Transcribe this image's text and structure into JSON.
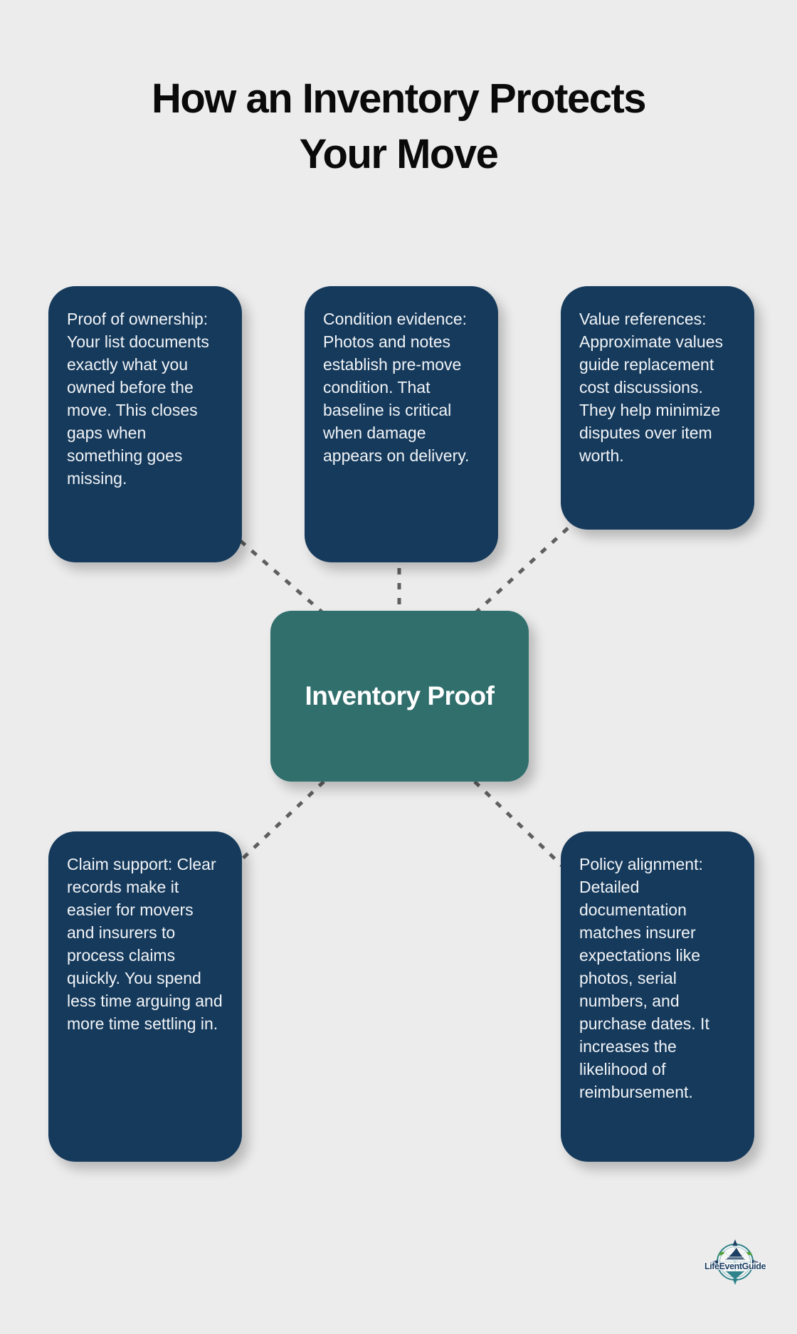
{
  "title": {
    "line1": "How an Inventory Protects",
    "line2": "Your Move"
  },
  "center_node": {
    "label": "Inventory Proof"
  },
  "branch_nodes": [
    {
      "name": "proof-of-ownership",
      "text": "Proof of ownership: Your list documents exactly what you owned before the move. This closes gaps when something goes missing."
    },
    {
      "name": "condition-evidence",
      "text": "Condition evidence: Photos and notes establish pre-move condition. That baseline is critical when damage appears on delivery."
    },
    {
      "name": "value-references",
      "text": "Value references: Approximate values guide replacement cost discussions. They help minimize disputes over item worth."
    },
    {
      "name": "claim-support",
      "text": "Claim support: Clear records make it easier for movers and insurers to process claims quickly. You spend less time arguing and more time settling in."
    },
    {
      "name": "policy-alignment",
      "text": "Policy alignment: Detailed documentation matches insurer expectations like photos, serial numbers, and purchase dates. It increases the likelihood of reimbursement."
    }
  ],
  "logo": {
    "text": "LifeEventGuide"
  },
  "colors": {
    "background": "#ececec",
    "branch_box": "#163a5c",
    "center_box": "#316f6d",
    "box_text": "#f1f4f7",
    "title_text": "#0a0a0a",
    "connector": "#5f5f5f",
    "logo_teal": "#2e8289",
    "logo_navy": "#1d3f63",
    "logo_green": "#57a33c"
  }
}
